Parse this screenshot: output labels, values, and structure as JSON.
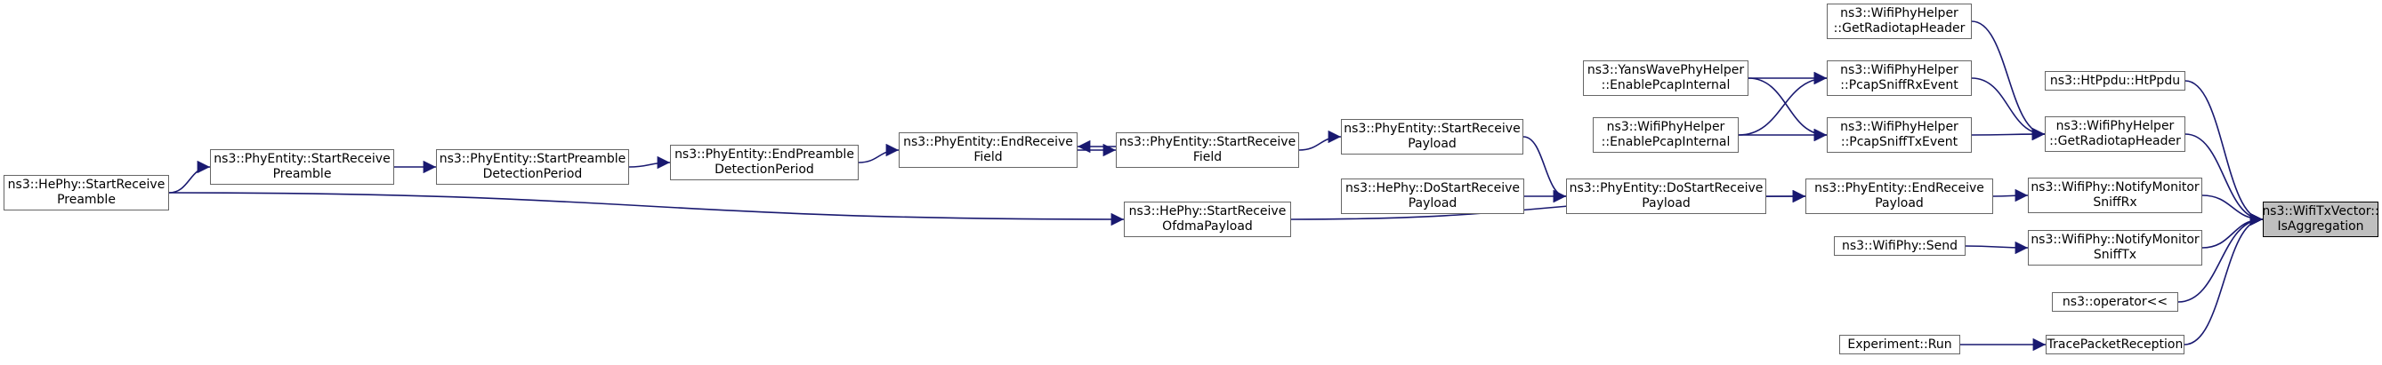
{
  "graph": {
    "edge_color": "#191970",
    "root_fill": "#bfbfbf",
    "node_border": "#666666",
    "nodes": [
      {
        "id": "istx",
        "lines": [
          "ns3::WifiTxVector::",
          "IsAggregation"
        ],
        "root": true
      },
      {
        "id": "htppdu",
        "lines": [
          "ns3::HtPpdu::HtPpdu"
        ]
      },
      {
        "id": "getrad",
        "lines": [
          "ns3::WifiPhyHelper",
          "::GetRadiotapHeader"
        ]
      },
      {
        "id": "getrad_top",
        "lines": [
          "ns3::WifiPhyHelper",
          "::GetRadiotapHeader"
        ]
      },
      {
        "id": "sniffrx",
        "lines": [
          "ns3::WifiPhy::NotifyMonitor",
          "SniffRx"
        ]
      },
      {
        "id": "snifftx",
        "lines": [
          "ns3::WifiPhy::NotifyMonitor",
          "SniffTx"
        ]
      },
      {
        "id": "oplt",
        "lines": [
          "ns3::operator<<"
        ]
      },
      {
        "id": "tracepr",
        "lines": [
          "TracePacketReception"
        ]
      },
      {
        "id": "pcaprx",
        "lines": [
          "ns3::WifiPhyHelper",
          "::PcapSniffRxEvent"
        ]
      },
      {
        "id": "pcaptx",
        "lines": [
          "ns3::WifiPhyHelper",
          "::PcapSniffTxEvent"
        ]
      },
      {
        "id": "endrxpay",
        "lines": [
          "ns3::PhyEntity::EndReceive",
          "Payload"
        ]
      },
      {
        "id": "send",
        "lines": [
          "ns3::WifiPhy::Send"
        ]
      },
      {
        "id": "exprun",
        "lines": [
          "Experiment::Run"
        ]
      },
      {
        "id": "yans",
        "lines": [
          "ns3::YansWavePhyHelper",
          "::EnablePcapInternal"
        ]
      },
      {
        "id": "wifienable",
        "lines": [
          "ns3::WifiPhyHelper",
          "::EnablePcapInternal"
        ]
      },
      {
        "id": "dostartrx",
        "lines": [
          "ns3::PhyEntity::DoStartReceive",
          "Payload"
        ]
      },
      {
        "id": "startrxpay",
        "lines": [
          "ns3::PhyEntity::StartReceive",
          "Payload"
        ]
      },
      {
        "id": "hedostart",
        "lines": [
          "ns3::HePhy::DoStartReceive",
          "Payload"
        ]
      },
      {
        "id": "startrxfield",
        "lines": [
          "ns3::PhyEntity::StartReceive",
          "Field"
        ]
      },
      {
        "id": "hestartofdma",
        "lines": [
          "ns3::HePhy::StartReceive",
          "OfdmaPayload"
        ]
      },
      {
        "id": "endrxfield",
        "lines": [
          "ns3::PhyEntity::EndReceive",
          "Field"
        ]
      },
      {
        "id": "endpre",
        "lines": [
          "ns3::PhyEntity::EndPreamble",
          "DetectionPeriod"
        ]
      },
      {
        "id": "startpredet",
        "lines": [
          "ns3::PhyEntity::StartPreamble",
          "DetectionPeriod"
        ]
      },
      {
        "id": "startrxpre",
        "lines": [
          "ns3::PhyEntity::StartReceive",
          "Preamble"
        ]
      },
      {
        "id": "hestartpre",
        "lines": [
          "ns3::HePhy::StartReceive",
          "Preamble"
        ]
      }
    ],
    "edges": [
      [
        "htppdu",
        "istx"
      ],
      [
        "getrad",
        "istx"
      ],
      [
        "sniffrx",
        "istx"
      ],
      [
        "snifftx",
        "istx"
      ],
      [
        "oplt",
        "istx"
      ],
      [
        "tracepr",
        "istx"
      ],
      [
        "getrad_top",
        "getrad"
      ],
      [
        "pcaprx",
        "getrad"
      ],
      [
        "pcaptx",
        "getrad"
      ],
      [
        "endrxpay",
        "sniffrx"
      ],
      [
        "send",
        "snifftx"
      ],
      [
        "exprun",
        "tracepr"
      ],
      [
        "yans",
        "pcaprx"
      ],
      [
        "wifienable",
        "pcaprx"
      ],
      [
        "yans",
        "pcaptx"
      ],
      [
        "wifienable",
        "pcaptx"
      ],
      [
        "dostartrx",
        "endrxpay"
      ],
      [
        "hestartofdma",
        "endrxpay"
      ],
      [
        "startrxpay",
        "dostartrx"
      ],
      [
        "hedostart",
        "dostartrx"
      ],
      [
        "startrxfield",
        "startrxpay"
      ],
      [
        "endrxfield",
        "startrxfield"
      ],
      [
        "startrxfield",
        "endrxfield"
      ],
      [
        "endpre",
        "endrxfield"
      ],
      [
        "startpredet",
        "endpre"
      ],
      [
        "startrxpre",
        "startpredet"
      ],
      [
        "hestartpre",
        "startrxpre"
      ],
      [
        "hestartpre",
        "hestartofdma"
      ]
    ]
  }
}
